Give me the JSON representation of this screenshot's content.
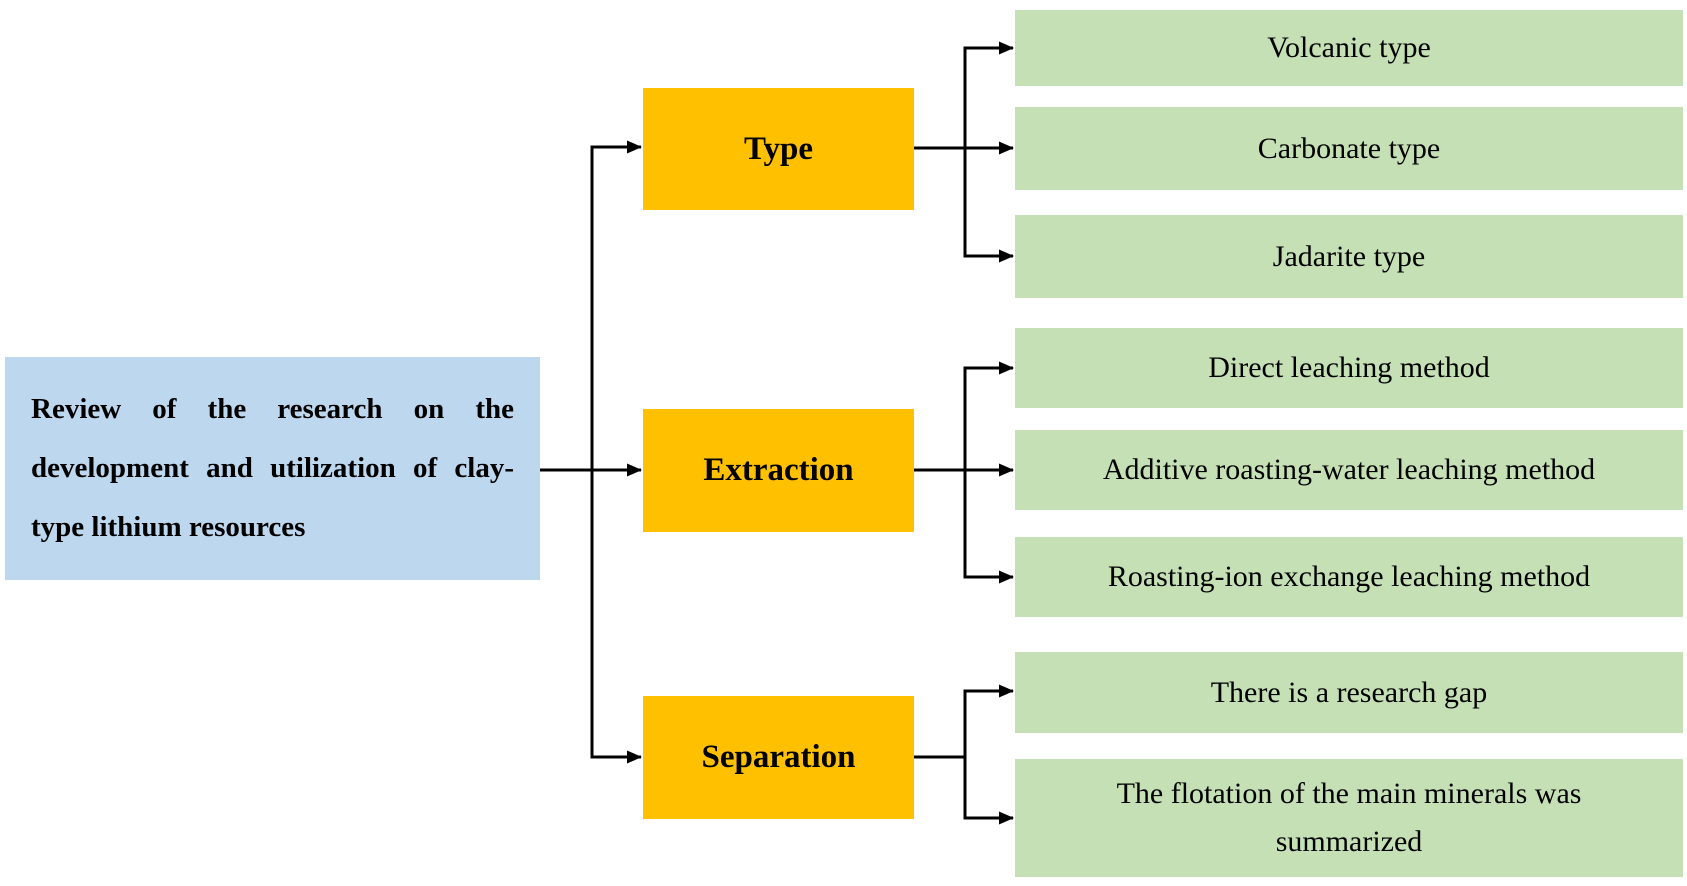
{
  "root": {
    "label": "Review of the research on the development and utilization of clay-type lithium resources"
  },
  "branches": [
    {
      "label": "Type",
      "children": [
        "Volcanic type",
        "Carbonate type",
        "Jadarite type"
      ]
    },
    {
      "label": "Extraction",
      "children": [
        "Direct leaching method",
        "Additive roasting-water leaching method",
        "Roasting-ion exchange leaching method"
      ]
    },
    {
      "label": "Separation",
      "children": [
        "There is a research gap",
        "The flotation of the main minerals was summarized"
      ]
    }
  ],
  "icons": [
    {
      "name": "arrow-right-icon",
      "glyph": "→"
    }
  ],
  "colors": {
    "root_fill": "#BDD7EE",
    "branch_fill": "#FFC000",
    "leaf_fill": "#C5E0B4",
    "connector": "#000000",
    "text": "#000000",
    "background": "#FFFFFF"
  }
}
